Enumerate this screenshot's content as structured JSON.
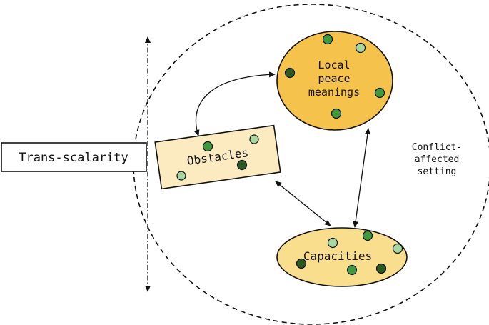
{
  "labels": {
    "local_peace": [
      "Local",
      "peace",
      "meanings"
    ],
    "obstacles": "Obstacles",
    "capacities": "Capacities",
    "trans_scalarity": "Trans-scalarity",
    "setting": [
      "Conflict-",
      "affected",
      "setting"
    ]
  },
  "colors": {
    "local_peace_fill": "#F5C24B",
    "obstacles_fill": "#FCEBC0",
    "capacities_fill": "#F9DE8E",
    "dot_light": "#A8D8A0",
    "dot_mid": "#3E9A3A",
    "dot_dark": "#2A5A22",
    "line": "#111111"
  }
}
